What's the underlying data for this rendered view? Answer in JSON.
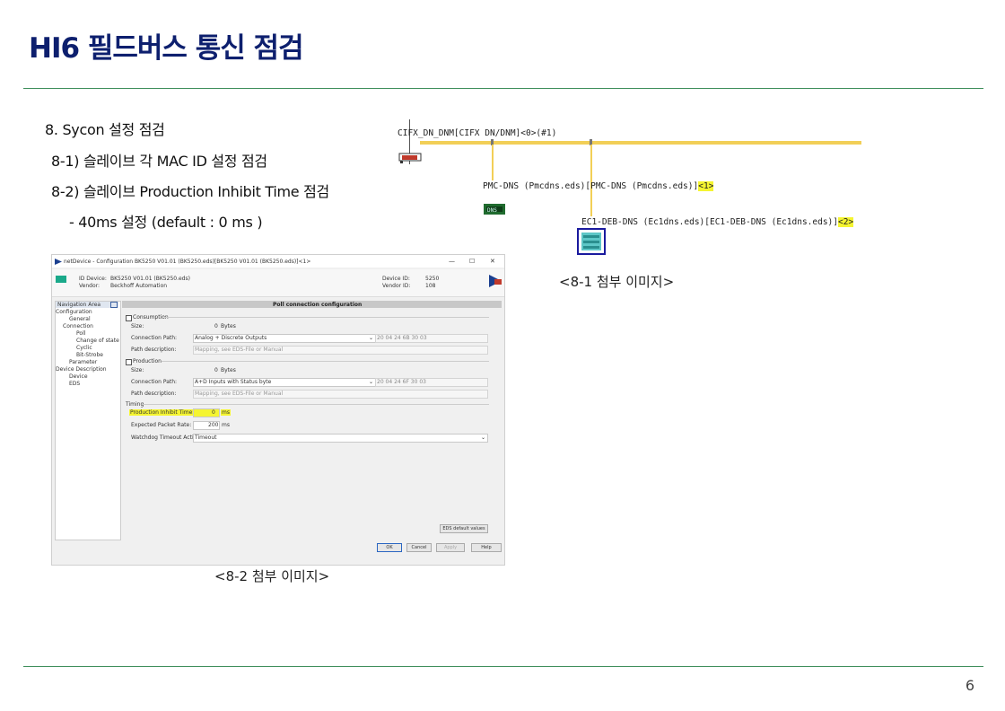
{
  "page": {
    "title": "HI6 필드버스 통신 점검",
    "page_number": "6"
  },
  "section": {
    "heading": "8. Sycon 설정 점검",
    "item1": "8-1) 슬레이브 각 MAC ID 설정 점검",
    "item2": "8-2) 슬레이브 Production Inhibit Time 점검",
    "item2_sub": "- 40ms 설정 (default : 0 ms )"
  },
  "diagram": {
    "master_label": "CIFX_DN_DNM[CIFX DN/DNM]<0>(#1)",
    "slave1_label": "PMC-DNS (Pmcdns.eds)[PMC-DNS (Pmcdns.eds)]",
    "slave1_id": "<1>",
    "slave2_label": "EC1-DEB-DNS (Ec1dns.eds)[EC1-DEB-DNS (Ec1dns.eds)]",
    "slave2_id": "<2>",
    "caption": "<8-1 첨부 이미지>",
    "colors": {
      "bus": "#f2cf57",
      "highlight": "#f5f531",
      "select_box": "#1a1a9e"
    }
  },
  "screenshot": {
    "window_title": "netDevice - Configuration BK5250 V01.01 (BK5250.eds)[BK5250 V01.01 (BK5250.eds)]<1>",
    "win_min": "—",
    "win_max": "☐",
    "win_close": "✕",
    "id_device_label": "ID Device:",
    "id_device_value": "BK5250 V01.01 (BK5250.eds)",
    "vendor_label": "Vendor:",
    "vendor_value": "Beckhoff Automation",
    "device_id_label": "Device ID:",
    "device_id_value": "5250",
    "vendor_id_label": "Vendor ID:",
    "vendor_id_value": "108",
    "nav": {
      "header": "Navigation Area",
      "items": [
        "Configuration",
        "General",
        "Connection",
        "Poll",
        "Change of state",
        "Cyclic",
        "Bit-Strobe",
        "Parameter",
        "Device Description",
        "Device",
        "EDS"
      ]
    },
    "panel_title": "Poll connection configuration",
    "consumption": {
      "group": "Consumption",
      "size_label": "Size:",
      "size_value": "0",
      "size_unit": "Bytes",
      "path_label": "Connection Path:",
      "path_value": "Analog + Discrete Outputs",
      "path_code": "20 04 24 6B 30 03",
      "desc_label": "Path description:",
      "desc_value": "Mapping, see EDS-File or Manual"
    },
    "production": {
      "group": "Production",
      "size_label": "Size:",
      "size_value": "0",
      "size_unit": "Bytes",
      "path_label": "Connection Path:",
      "path_value": "A+D Inputs with Status byte",
      "path_code": "20 04 24 6F 30 03",
      "desc_label": "Path description:",
      "desc_value": "Mapping, see EDS-File or Manual"
    },
    "timing": {
      "group": "Timing",
      "inhibit_label": "Production Inhibit Time:",
      "inhibit_value": "0",
      "inhibit_unit": "ms",
      "epr_label": "Expected Packet Rate:",
      "epr_value": "200",
      "epr_unit": "ms",
      "watchdog_label": "Watchdog Timeout Action:",
      "watchdog_value": "Timeout"
    },
    "buttons": {
      "eds_default": "EDS default values",
      "ok": "OK",
      "cancel": "Cancel",
      "apply": "Apply",
      "help": "Help"
    },
    "caption": "<8-2 첨부 이미지>"
  }
}
